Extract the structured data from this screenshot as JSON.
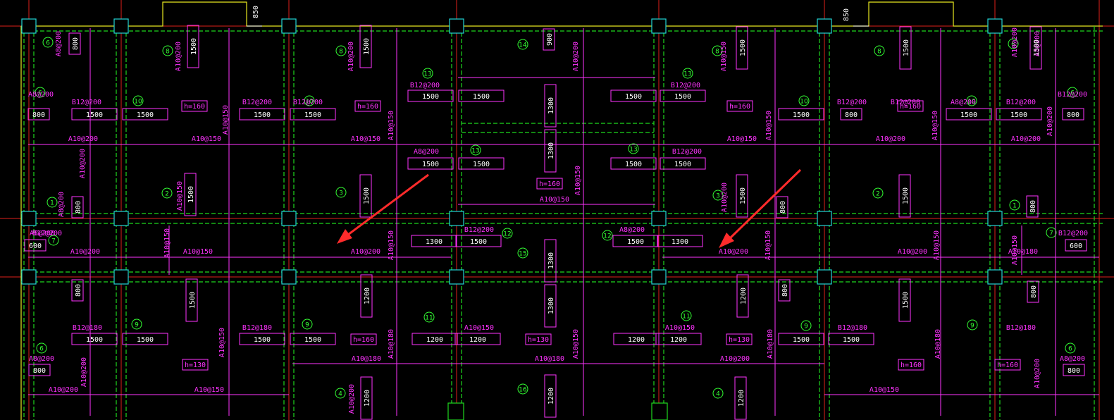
{
  "drawing": {
    "type": "structural slab reinforcement plan (CAD)",
    "colors": {
      "background": "#000000",
      "axis_red": "#e0201a",
      "beam_green": "#1ed81e",
      "rebar_magenta": "#ff33ff",
      "column_cyan": "#22d6d6",
      "text_white": "#ffffff",
      "outline_yellow": "#e8e820",
      "annotation_arrow": "#ff2b2b"
    },
    "dims_top": [
      "850",
      "850"
    ],
    "slab_ids": [
      "6",
      "6",
      "1",
      "7",
      "6",
      "8",
      "10",
      "2",
      "9",
      "8",
      "10",
      "3",
      "9",
      "4",
      "13",
      "13",
      "13",
      "13",
      "11",
      "11",
      "12",
      "12",
      "14",
      "15",
      "16",
      "8",
      "10",
      "3",
      "9",
      "4",
      "8",
      "10",
      "2",
      "9",
      "6",
      "6",
      "1",
      "7",
      "6"
    ],
    "slab_thickness": [
      "h=160",
      "h=160",
      "h=160",
      "h=160",
      "h=160",
      "h=160",
      "h=130",
      "h=130",
      "h=130",
      "h=160",
      "h=160"
    ],
    "rebar_labels": {
      "bottom_x": [
        "A10@200",
        "A10@150",
        "A10@150",
        "A10@200",
        "A10@150",
        "A10@150",
        "A10@200",
        "A10@200",
        "A10@150",
        "A10@200",
        "A10@200",
        "A10@200",
        "A10@180",
        "A10@180",
        "A10@180",
        "A10@200",
        "A10@150",
        "A10@150",
        "A10@200"
      ],
      "bottom_y": [
        "A8@200",
        "A10@200",
        "A8@200",
        "A10@200",
        "A10@200",
        "A10@150",
        "A10@150",
        "A10@150",
        "A10@150",
        "A10@150",
        "A10@180",
        "A10@180",
        "A10@200",
        "A10@150",
        "A10@150",
        "A10@200",
        "A10@200",
        "A10@150",
        "A10@200",
        "A10@150",
        "A10@150",
        "A10@180",
        "A10@150",
        "A10@150",
        "A10@150",
        "A10@150",
        "A8@200",
        "A10@200",
        "A10@200",
        "A10@200"
      ],
      "top": [
        "A8@200",
        "B12@200",
        "B12@200",
        "B12@200",
        "B12@200",
        "A8@200",
        "B12@200",
        "B12@200",
        "B12@200",
        "B12@200",
        "B12@200",
        "B12@200",
        "A8@200",
        "B12@180",
        "B12@180",
        "A10@150",
        "A10@150",
        "B12@180",
        "B12@180",
        "A8@200",
        "B12@200",
        "A8@200",
        "A8@200",
        "B12@200",
        "B12@200",
        "A8@200"
      ],
      "top_lengths": [
        "800",
        "1500",
        "1500",
        "1500",
        "1500",
        "1500",
        "1500",
        "1500",
        "1500",
        "1500",
        "1500",
        "1500",
        "1500",
        "1500",
        "800",
        "600",
        "1300",
        "1500",
        "1500",
        "1300",
        "600",
        "800",
        "1500",
        "1500",
        "1500",
        "1500",
        "1200",
        "1200",
        "1200",
        "1200",
        "1500",
        "1500",
        "1500",
        "1500",
        "800",
        "800"
      ],
      "support_lengths": [
        "800",
        "1500",
        "1500",
        "900",
        "1300",
        "1300",
        "1500",
        "1500",
        "800",
        "800",
        "1500",
        "1500",
        "1300",
        "1200",
        "1300",
        "1200",
        "1500",
        "1500",
        "800",
        "800",
        "1500",
        "1200",
        "1200",
        "1200",
        "1500",
        "1500",
        "800",
        "800"
      ]
    },
    "arrows": [
      {
        "label": "annotation-arrow-left"
      },
      {
        "label": "annotation-arrow-right"
      }
    ]
  }
}
